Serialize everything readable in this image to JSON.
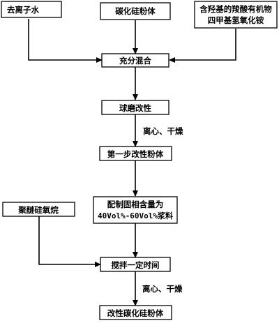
{
  "diagram": {
    "nodes": {
      "deionized_water": "去离子水",
      "sic_powder": "碳化硅粉体",
      "additive_line1": "含羟基的羧酸有机物",
      "additive_line2": "四甲基氢氧化铵",
      "full_mixing": "充分混合",
      "ball_milling": "球磨改性",
      "first_step_powder": "第一步改性粉体",
      "slurry_line1": "配制固相含量为",
      "slurry_line2": "40Vol%-60Vol%浆料",
      "polysiloxane": "聚醚硅氧烷",
      "stirring": "搅拌一定时间",
      "modified_sic_powder": "改性碳化硅粉体"
    },
    "edge_labels": {
      "centrifuge_dry_1": "离心、干燥",
      "centrifuge_dry_2": "离心、干燥"
    }
  }
}
